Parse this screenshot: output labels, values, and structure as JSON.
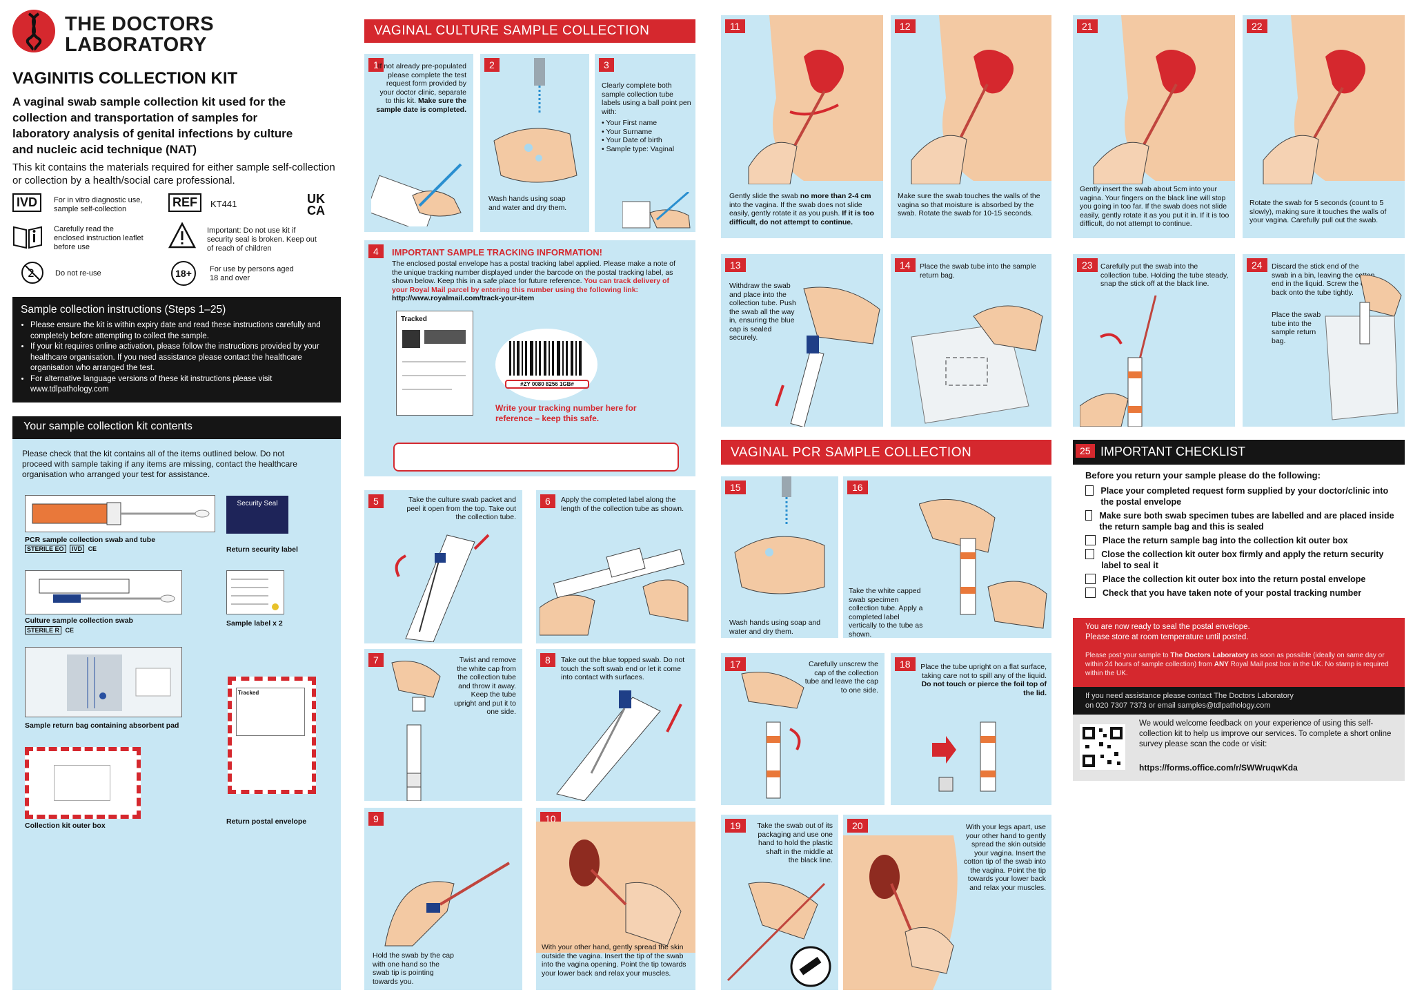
{
  "brand": {
    "name_line1": "THE DOCTORS",
    "name_line2": "LABORATORY"
  },
  "kit": {
    "title": "VAGINITIS COLLECTION KIT",
    "description": "A vaginal swab sample collection kit used for the collection and transportation of samples for laboratory analysis of genital infections by culture and nucleic acid technique (NAT)",
    "subtitle": "This kit contains the materials required for either sample self-collection or collection by a health/social care professional."
  },
  "symbols": {
    "ivd_code": "IVD",
    "ivd_text": "For in vitro diagnostic use, sample self-collection",
    "ref_code": "REF",
    "ref_value": "KT441",
    "ukca": "UK CA",
    "leaflet_text": "Carefully read the enclosed instruction leaflet before use",
    "warning_text": "Important: Do not use kit if security seal is broken. Keep out of reach of children",
    "no_reuse_text": "Do not re-use",
    "age_badge": "18+",
    "age_text": "For use by persons aged 18 and over"
  },
  "instructions": {
    "title": "Sample collection instructions (Steps 1–25)",
    "items": [
      "Please ensure the kit is within expiry date and read these instructions carefully and completely before attempting to collect the sample.",
      "If your kit requires online activation, please follow the instructions provided by your healthcare organisation. If you need assistance please contact the healthcare organisation who arranged the test.",
      "For alternative language versions of these kit instructions please visit www.tdlpathology.com"
    ]
  },
  "contents": {
    "title": "Your sample collection kit contents",
    "intro": "Please check that the kit contains all of the items outlined below. Do not proceed with sample taking if any items are missing, contact the healthcare organisation who arranged your test for assistance.",
    "items": {
      "pcr": "PCR sample collection swab and tube",
      "seal": "Return security label",
      "seal_text": "Security Seal",
      "culture": "Culture sample collection swab",
      "label": "Sample label x 2",
      "bag": "Sample return bag containing absorbent pad",
      "box": "Collection kit outer box",
      "envelope": "Return postal envelope",
      "tracked": "Tracked",
      "sterile_eo": "STERILE EO",
      "sterile_r": "STERILE R",
      "ivd": "IVD",
      "ce": "CE"
    }
  },
  "culture_section": {
    "title": "VAGINAL CULTURE SAMPLE COLLECTION"
  },
  "pcr_section": {
    "title": "VAGINAL PCR SAMPLE COLLECTION"
  },
  "steps": {
    "s1": {
      "num": "1",
      "text": "If not already pre-populated please complete the test request form provided by your doctor clinic, separate to this kit.",
      "bold": "Make sure the sample date is completed."
    },
    "s2": {
      "num": "2",
      "text": "Wash hands using soap and water and dry them."
    },
    "s3": {
      "num": "3",
      "text": "Clearly complete both sample collection tube labels using a ball point pen with:",
      "bullets": [
        "Your First name",
        "Your Surname",
        "Your Date of birth",
        "Sample type: Vaginal"
      ]
    },
    "s4": {
      "num": "4",
      "title": "IMPORTANT SAMPLE TRACKING INFORMATION!",
      "text": "The enclosed postal envelope has a postal tracking label applied. Please make a note of the unique tracking number displayed under the barcode on the postal tracking label, as shown below. Keep this in a safe place for future reference.",
      "red_text": "You can track delivery of your Royal Mail parcel by entering this number using the following link:",
      "link": "http://www.royalmail.com/track-your-item",
      "tracked": "Tracked",
      "barcode_number": "#ZY 0080 8256 1GB#",
      "write_note": "Write your tracking number here for reference – keep this safe."
    },
    "s5": {
      "num": "5",
      "text": "Take the culture swab packet and peel it open from the top. Take out the collection tube."
    },
    "s6": {
      "num": "6",
      "text": "Apply the completed label along the length of the collection tube as shown."
    },
    "s7": {
      "num": "7",
      "text": "Twist and remove the white cap from the collection tube and throw it away. Keep the tube upright and put it to one side."
    },
    "s8": {
      "num": "8",
      "text": "Take out the blue topped swab. Do not touch the soft swab end or let it come into contact with surfaces."
    },
    "s9": {
      "num": "9",
      "text": "Hold the swab by the cap with one hand so the swab tip is pointing towards you."
    },
    "s10": {
      "num": "10",
      "text": "With your other hand, gently spread the skin outside the vagina. Insert the tip of the swab into the vagina opening. Point the tip towards your lower back and relax your muscles."
    },
    "s11": {
      "num": "11",
      "text_a": "Gently slide the swab",
      "bold_a": "no more than 2-4 cm",
      "text_b": "into the vagina. If the swab does not slide easily, gently rotate it as you push.",
      "bold_b": "If it is too difficult, do not attempt to continue."
    },
    "s12": {
      "num": "12",
      "text": "Make sure the swab touches the walls of the vagina so that moisture is absorbed by the swab. Rotate the swab for 10-15 seconds."
    },
    "s13": {
      "num": "13",
      "text": "Withdraw the swab and place into the collection tube. Push the swab all the way in, ensuring the blue cap is sealed securely."
    },
    "s14": {
      "num": "14",
      "text": "Place the swab tube into the sample return bag."
    },
    "s15": {
      "num": "15",
      "text": "Wash hands using soap and water and dry them."
    },
    "s16": {
      "num": "16",
      "text": "Take the white capped swab specimen collection tube. Apply a completed label vertically to the tube as shown."
    },
    "s17": {
      "num": "17",
      "text": "Carefully unscrew the cap of the collection tube and leave the cap to one side."
    },
    "s18": {
      "num": "18",
      "text": "Place the tube upright on a flat surface, taking care not to spill any of the liquid.",
      "bold": "Do not touch or pierce the foil top of the lid."
    },
    "s19": {
      "num": "19",
      "text": "Take the swab out of its packaging and use one hand to hold the plastic shaft in the middle at the black line."
    },
    "s20": {
      "num": "20",
      "text": "With your legs apart, use your other hand to gently spread the skin outside your vagina. Insert the cotton tip of the swab into the vagina. Point the tip towards your lower back and relax your muscles."
    },
    "s21": {
      "num": "21",
      "text": "Gently insert the swab about 5cm into your vagina. Your fingers on the black line will stop you going in too far. If the swab does not slide easily, gently rotate it as you put it in. If it is too difficult, do not attempt to continue."
    },
    "s22": {
      "num": "22",
      "text": "Rotate the swab for 5 seconds (count to 5 slowly), making sure it touches the walls of your vagina. Carefully pull out the swab."
    },
    "s23": {
      "num": "23",
      "text": "Carefully put the swab into the collection tube. Holding the tube steady, snap the stick off at the black line."
    },
    "s24": {
      "num": "24",
      "text": "Discard the stick end of the swab in a bin, leaving the cotton end in the liquid. Screw the cap back onto the tube tightly.",
      "text2": "Place the swab tube into the sample return bag."
    }
  },
  "checklist": {
    "num": "25",
    "title": "IMPORTANT CHECKLIST",
    "intro": "Before you return your sample please do the following:",
    "items": [
      "Place your completed request form supplied by your doctor/clinic into the postal envelope",
      "Make sure both swab specimen tubes are labelled and are placed inside the return sample bag and this is sealed",
      "Place the return sample bag into the collection kit outer box",
      "Close the collection kit outer box firmly and apply the return security label to seal it",
      "Place the collection kit outer box into the return postal envelope",
      "Check that you have taken note of your postal tracking number"
    ],
    "ready_1": "You are now ready to seal the postal envelope.",
    "ready_2": "Please store at room temperature until posted.",
    "post_a": "Please post your sample to",
    "post_b": "The Doctors Laboratory",
    "post_c": "as soon as possible (ideally on same day or within 24 hours of sample collection) from",
    "post_d": "ANY",
    "post_e": "Royal Mail post box in the UK. No stamp is required within the UK.",
    "assist_1": "If you need assistance please contact The Doctors Laboratory",
    "assist_2": "on 020 7307 7373 or email samples@tdlpathology.com",
    "feedback": "We would welcome feedback on your experience of using this self-collection kit to help us improve our services. To complete a short online survey please scan the code or visit:",
    "survey_link": "https://forms.office.com/r/SWWruqwKda"
  },
  "colors": {
    "accent_red": "#d5282e",
    "panel_blue": "#c8e7f4",
    "dark": "#151515"
  }
}
